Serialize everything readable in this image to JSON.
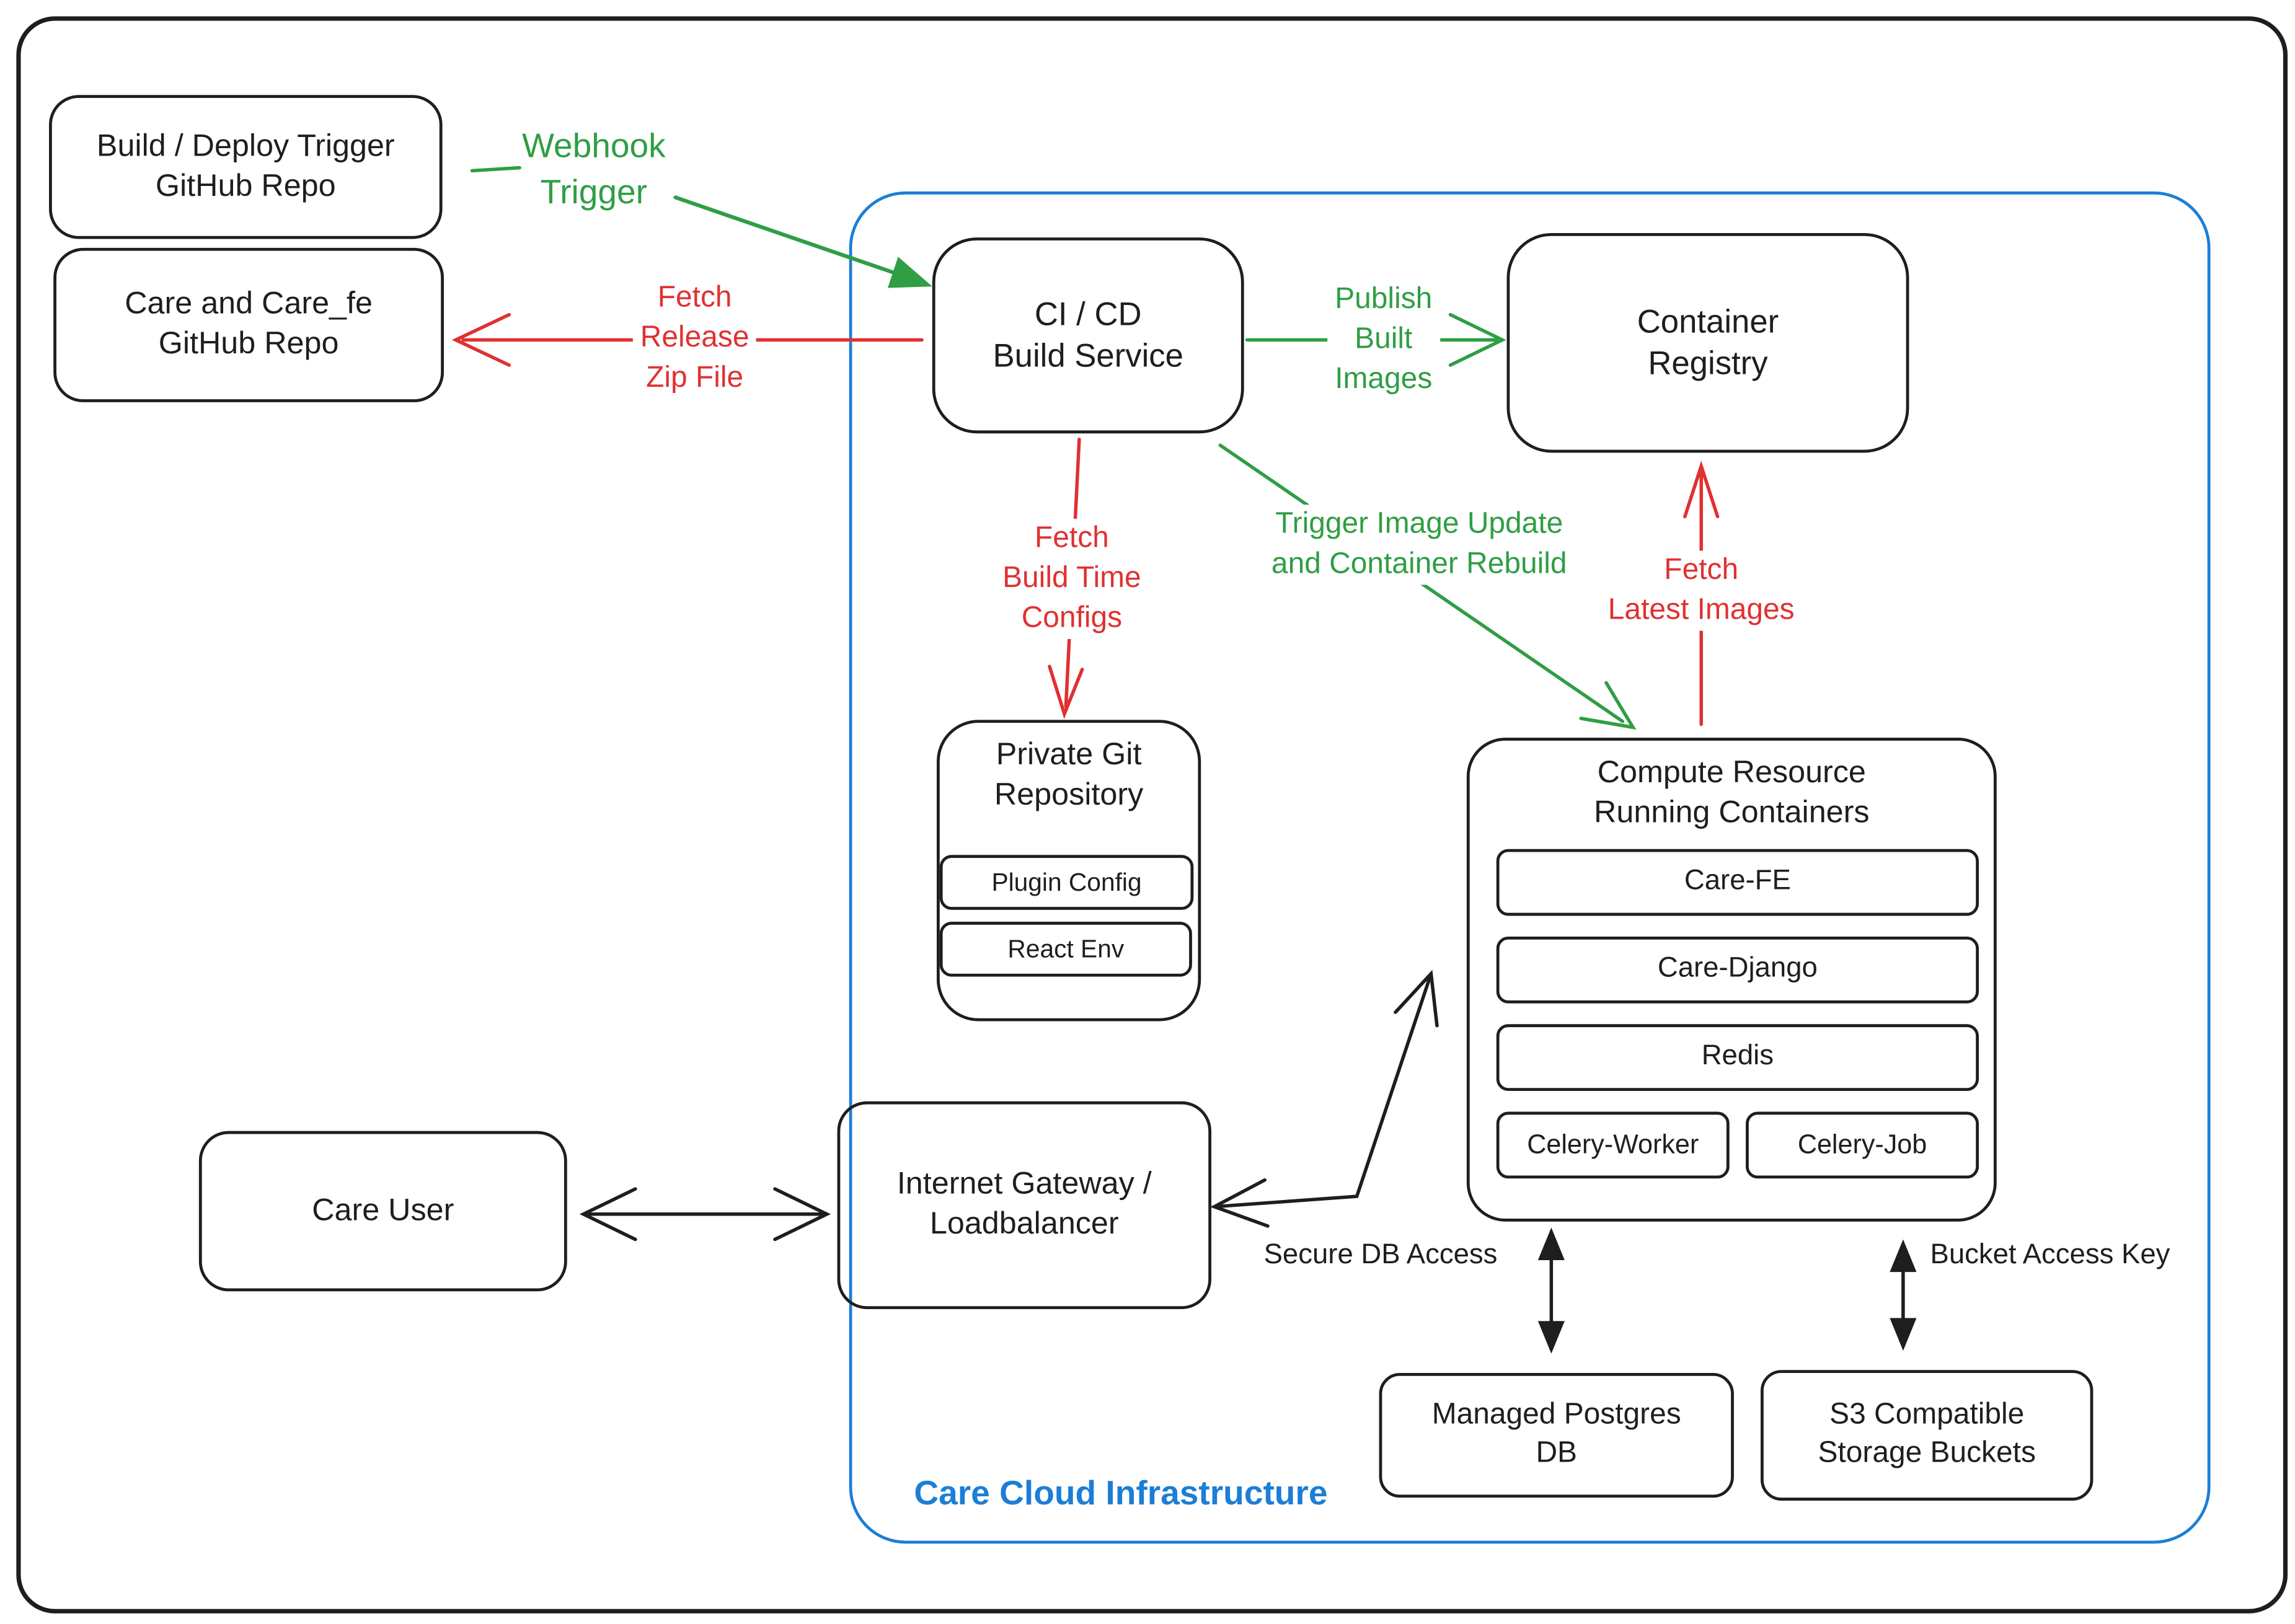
{
  "nodes": {
    "build_trigger_repo": "Build / Deploy Trigger\nGitHub Repo",
    "care_repo": "Care and Care_fe\nGitHub Repo",
    "cicd": "CI / CD\nBuild Service",
    "registry": "Container\nRegistry",
    "private_git_title": "Private Git\nRepository",
    "plugin_config": "Plugin Config",
    "react_env": "React Env",
    "compute_title": "Compute Resource\nRunning Containers",
    "care_fe": "Care-FE",
    "care_django": "Care-Django",
    "redis": "Redis",
    "celery_worker": "Celery-Worker",
    "celery_job": "Celery-Job",
    "care_user": "Care User",
    "gateway": "Internet Gateway /\nLoadbalancer",
    "postgres": "Managed Postgres\nDB",
    "s3": "S3 Compatible\nStorage Buckets"
  },
  "edge_labels": {
    "webhook_trigger": "Webhook\nTrigger",
    "fetch_release": "Fetch\nRelease\nZip File",
    "publish_built": "Publish\nBuilt\nImages",
    "fetch_build_configs": "Fetch\nBuild Time\nConfigs",
    "trigger_image_update": "Trigger Image Update\nand Container Rebuild",
    "fetch_latest": "Fetch\nLatest Images",
    "secure_db": "Secure DB Access",
    "bucket_key": "Bucket Access Key"
  },
  "region_label": "Care Cloud Infrastructure",
  "colors": {
    "ink": "#1e1e1e",
    "green": "#2f9e44",
    "red": "#e03131",
    "blue": "#1c7ed6",
    "background": "#ffffff"
  }
}
